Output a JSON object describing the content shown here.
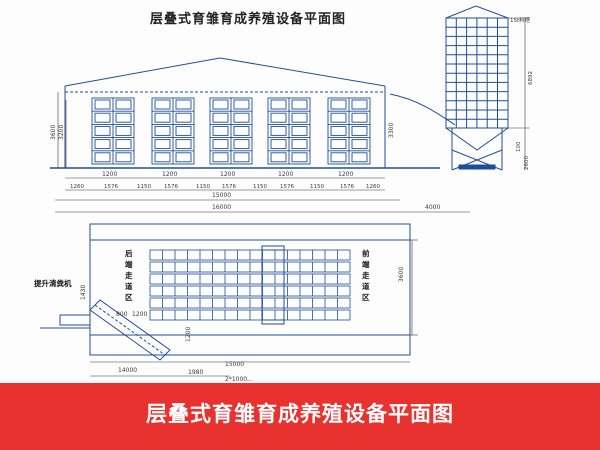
{
  "title": "层叠式育雏育成养殖设备平面图",
  "banner_caption": "层叠式育雏育成养殖设备平面图",
  "colors": {
    "line": "#1f4f9a",
    "dim": "#3a3a3a",
    "banner": "#e8322f",
    "text": "#222222"
  },
  "elevation": {
    "left_heights": [
      "3600",
      "3200"
    ],
    "right_height": "3300",
    "silo_labels": [
      "15t料塔",
      "6892",
      "100",
      "2600"
    ],
    "row_dims_top": [
      "1200",
      "1200",
      "1200",
      "1200",
      "1200"
    ],
    "row_dims_bottom": [
      "1260",
      "1576",
      "1150",
      "1576",
      "1150",
      "1576",
      "1150",
      "1576",
      "1150",
      "1576",
      "1260"
    ],
    "overall": "15000",
    "overall_2": "16000",
    "silo_offset": "4000"
  },
  "plan": {
    "back_aisle": "后端走道区",
    "front_aisle": "前端走道区",
    "lifter": "提升清粪机",
    "width_dim": "3600",
    "side_dims": [
      "1200",
      "1430",
      "1200"
    ],
    "small_dims": [
      "800"
    ],
    "bottom_dims": [
      "14000",
      "1980",
      "15000"
    ],
    "partial_label": "2*1000..."
  }
}
